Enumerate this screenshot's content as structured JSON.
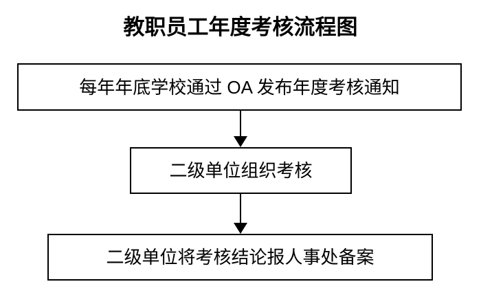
{
  "document": {
    "title": "教职员工年度考核流程图",
    "background_color": "#ffffff",
    "stroke_color": "#000000",
    "text_color": "#000000"
  },
  "flowchart": {
    "type": "vertical-process-flow",
    "nodes": [
      {
        "id": "node-1",
        "shape": "rectangle",
        "step": 1,
        "label": "每年年底学校通过 OA 发布年度考核通知"
      },
      {
        "id": "node-2",
        "shape": "rectangle",
        "step": 2,
        "label": "二级单位组织考核"
      },
      {
        "id": "node-3",
        "shape": "rectangle",
        "step": 3,
        "label": "二级单位将考核结论报人事处备案"
      }
    ],
    "connectors": [
      {
        "id": "connector-1",
        "from": "node-1",
        "to": "node-2",
        "style": "solid-arrow-down",
        "label": ""
      },
      {
        "id": "connector-2",
        "from": "node-2",
        "to": "node-3",
        "style": "solid-arrow-down",
        "label": ""
      }
    ]
  }
}
